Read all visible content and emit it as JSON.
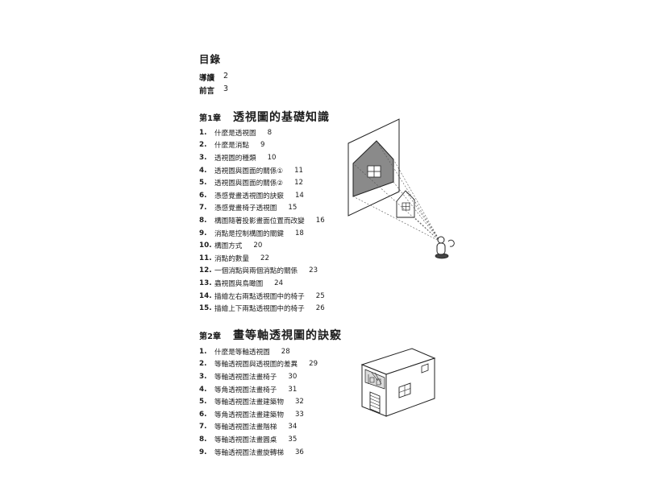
{
  "toc_title": "目錄",
  "intro": [
    {
      "label": "導讀",
      "page": "2"
    },
    {
      "label": "前言",
      "page": "3"
    }
  ],
  "chapters": [
    {
      "number": "第1章",
      "title": "透視圖的基礎知識",
      "items": [
        {
          "num": "1.",
          "title": "什麼是透視圖",
          "page": "8"
        },
        {
          "num": "2.",
          "title": "什麼是消點",
          "page": "9"
        },
        {
          "num": "3.",
          "title": "透視圖的種類",
          "page": "10"
        },
        {
          "num": "4.",
          "title": "透視圖與圖面的關係①",
          "page": "11"
        },
        {
          "num": "5.",
          "title": "透視圖與圖面的關係②",
          "page": "12"
        },
        {
          "num": "6.",
          "title": "憑感覺畫透視圖的訣竅",
          "page": "14"
        },
        {
          "num": "7.",
          "title": "憑感覺畫椅子透視圖",
          "page": "15"
        },
        {
          "num": "8.",
          "title": "構圖隨著投影畫面位置而改變",
          "page": "16"
        },
        {
          "num": "9.",
          "title": "消點是控制構圖的關鍵",
          "page": "18"
        },
        {
          "num": "10.",
          "title": "構圖方式",
          "page": "20"
        },
        {
          "num": "11.",
          "title": "消點的數量",
          "page": "22"
        },
        {
          "num": "12.",
          "title": "一個消點與兩個消點的關係",
          "page": "23"
        },
        {
          "num": "13.",
          "title": "蟲視圖與鳥瞰圖",
          "page": "24"
        },
        {
          "num": "14.",
          "title": "描繪左右兩點透視圖中的椅子",
          "page": "25"
        },
        {
          "num": "15.",
          "title": "描繪上下兩點透視圖中的椅子",
          "page": "26"
        }
      ]
    },
    {
      "number": "第2章",
      "title": "畫等軸透視圖的訣竅",
      "items": [
        {
          "num": "1.",
          "title": "什麼是等軸透視圖",
          "page": "28"
        },
        {
          "num": "2.",
          "title": "等軸透視圖與透視圖的差異",
          "page": "29"
        },
        {
          "num": "3.",
          "title": "等軸透視圖法畫椅子",
          "page": "30"
        },
        {
          "num": "4.",
          "title": "等角透視圖法畫椅子",
          "page": "31"
        },
        {
          "num": "5.",
          "title": "等軸透視圖法畫建築物",
          "page": "32"
        },
        {
          "num": "6.",
          "title": "等角透視圖法畫建築物",
          "page": "33"
        },
        {
          "num": "7.",
          "title": "等軸透視圖法畫階梯",
          "page": "34"
        },
        {
          "num": "8.",
          "title": "等軸透視圖法畫圓桌",
          "page": "35"
        },
        {
          "num": "9.",
          "title": "等軸透視圖法畫旋轉梯",
          "page": "36"
        }
      ]
    }
  ]
}
